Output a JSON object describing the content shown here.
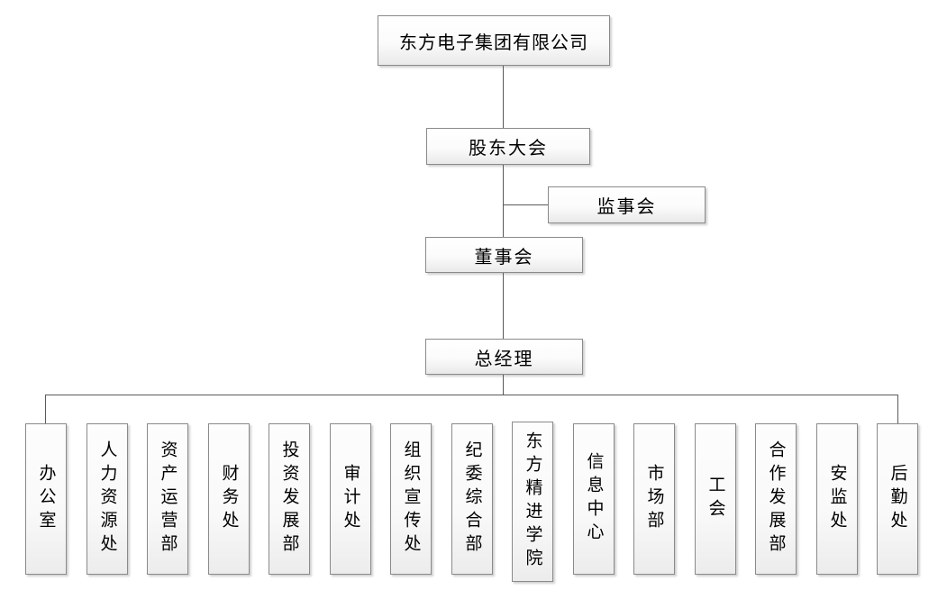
{
  "org": {
    "company": "东方电子集团有限公司",
    "shareholders_meeting": "股东大会",
    "supervisory_board": "监事会",
    "board_of_directors": "董事会",
    "general_manager": "总经理",
    "departments": [
      "办公室",
      "人力资源处",
      "资产运营部",
      "财务处",
      "投资发展部",
      "审计处",
      "组织宣传处",
      "纪委综合部",
      "东方精进学院",
      "信息中心",
      "市场部",
      "工会",
      "合作发展部",
      "安监处",
      "后勤处"
    ],
    "line_color": "#5a5a5a",
    "border_color": "#8a8a8a"
  }
}
